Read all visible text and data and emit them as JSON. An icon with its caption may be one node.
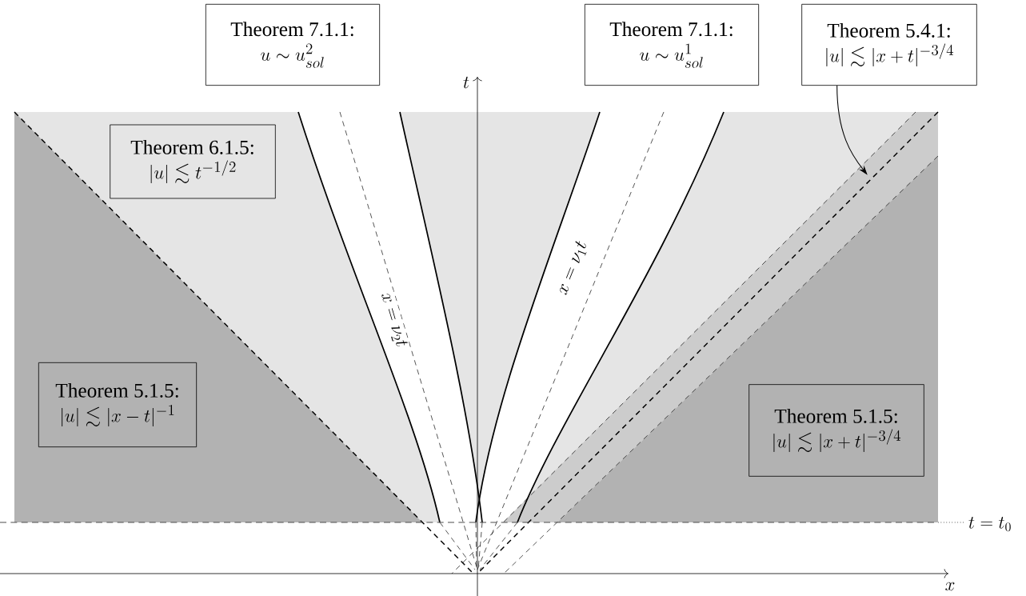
{
  "diagram": {
    "nodes": [
      {
        "text": [
          "Theorem 7.1.1:",
          "u \\sim u^2_{sol}"
        ]
      },
      {
        "text": [
          "Theorem 7.1.1:",
          "u \\sim u^1_{sol}"
        ]
      },
      {
        "text": [
          "Theorem 5.4.1:",
          "|u| \\lesssim |x+t|^{-3/4}"
        ]
      },
      {
        "text": [
          "Theorem 6.1.5:",
          "|u| \\lesssim t^{-1/2}"
        ]
      },
      {
        "text": [
          "Theorem 5.1.5:",
          "|u| \\lesssim |x-t|^{-1}"
        ]
      },
      {
        "text": [
          "Theorem 5.1.5:",
          "|u| \\lesssim |x+t|^{-3/4}"
        ]
      },
      {
        "text": [],
        "shape": "band"
      }
    ],
    "edges": [
      {
        "from": 2,
        "to": 6,
        "arrow": "to"
      }
    ],
    "labels": [
      "t",
      "x",
      "t = t_0",
      "x = \\nu_2 t",
      "x = \\nu_1 t"
    ]
  }
}
